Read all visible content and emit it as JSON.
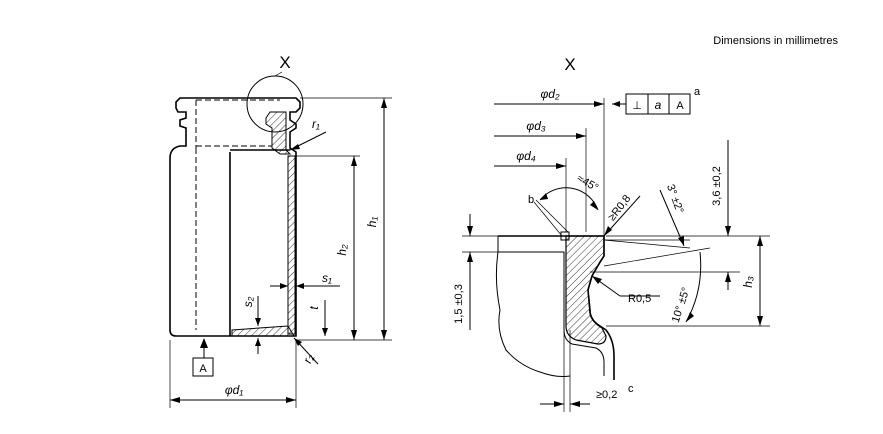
{
  "header": {
    "units_note": "Dimensions in millimetres"
  },
  "views": {
    "left_view_label": "X",
    "right_view_label": "X"
  },
  "left_dims": {
    "h1": "h₁",
    "h2": "h₂",
    "r1": "r₁",
    "s1": "s₁",
    "s2": "s₂",
    "t": "t",
    "r2": "r₂",
    "d1": "φd₁",
    "datum": "A"
  },
  "right_dims": {
    "d2": "φd₂",
    "d3": "φd₃",
    "d4": "φd₄",
    "angle45": "≈45°",
    "r08": "≥R0,8",
    "angle3": "3° ±2°",
    "h36": "3,6 ±0,2",
    "h3": "h₃",
    "r05": "R0,5",
    "angle10": "10° ±5°",
    "h15": "1,5 ±0,3",
    "note_b": "b",
    "gap": "≥0,2",
    "note_c": "c",
    "tolerance_frame": {
      "symbol": "⊥",
      "value": "a",
      "datum": "A",
      "note": "a"
    }
  }
}
